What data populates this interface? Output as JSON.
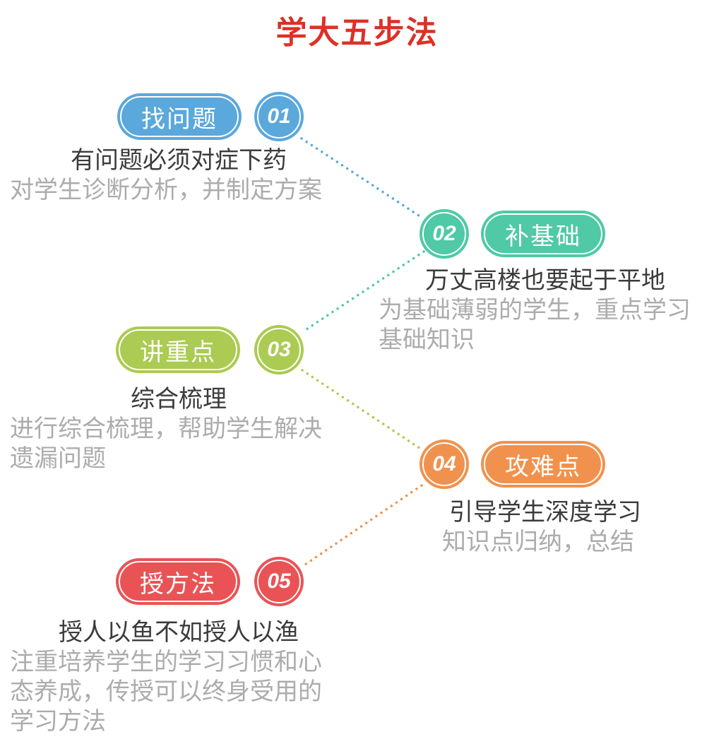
{
  "title": {
    "text": "学大五步法",
    "color": "#DC3126"
  },
  "text_colors": {
    "heading": "#3B3B3B",
    "description": "#ACACAC"
  },
  "steps": [
    {
      "number": "01",
      "label": "找问题",
      "color": "#5BA8DC",
      "heading": "有问题必须对症下药",
      "description": "对学生诊断分析，并制定方案"
    },
    {
      "number": "02",
      "label": "补基础",
      "color": "#4FC9A6",
      "heading": "万丈高楼也要起于平地",
      "description": "为基础薄弱的学生，重点学习\n基础知识"
    },
    {
      "number": "03",
      "label": "讲重点",
      "color": "#ABCB52",
      "heading": "综合梳理",
      "description": "进行综合梳理，帮助学生解决\n遗漏问题"
    },
    {
      "number": "04",
      "label": "攻难点",
      "color": "#F0924D",
      "heading": "引导学生深度学习",
      "description": "知识点归纳，总结"
    },
    {
      "number": "05",
      "label": "授方法",
      "color": "#EA5355",
      "heading": "授人以鱼不如授人以渔",
      "description": "注重培养学生的学习习惯和心\n态养成，传授可以终身受用的\n学习方法"
    }
  ]
}
